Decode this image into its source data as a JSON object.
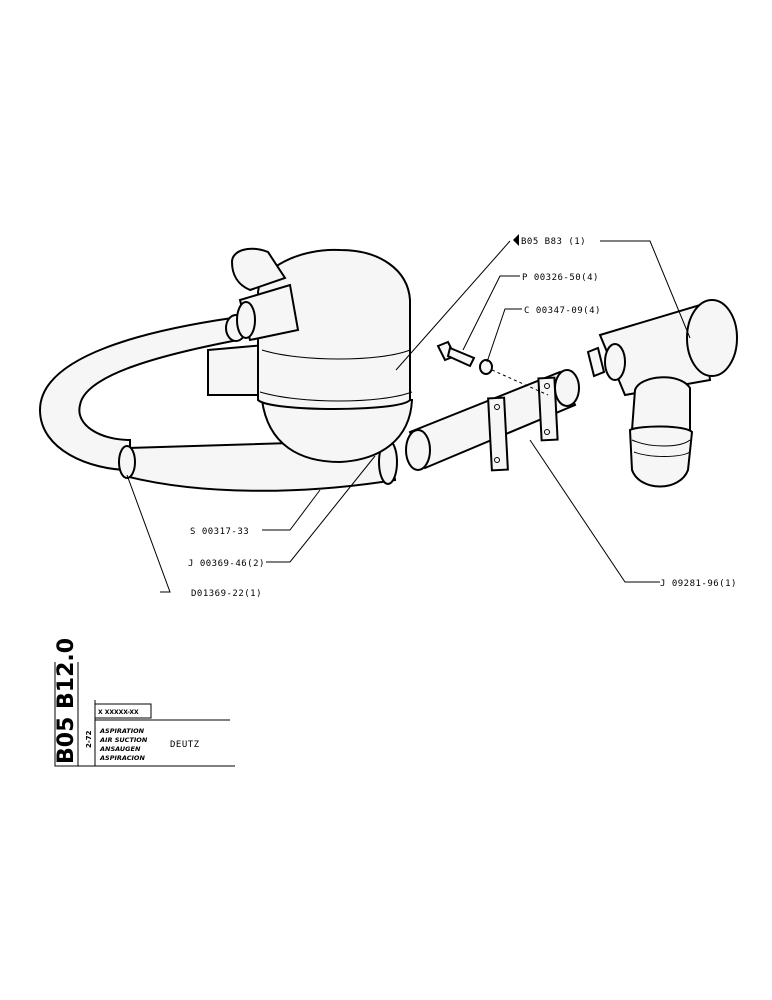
{
  "callouts": {
    "top_ref": "B05  B83  (1)",
    "bolt": "P 00326-50(4)",
    "washer": "C 00347-09(4)",
    "hose": "S 00317-33",
    "clamp_small": "J 00369-46(2)",
    "tube_clamp": "J 09281-96(1)",
    "elbow_hose": "D01369-22(1)"
  },
  "title_block": {
    "sheet_code": "B05 B12.0",
    "date": "2-72",
    "code_box": "X XXXXX-XX",
    "titles": [
      "ASPIRATION",
      "AIR SUCTION",
      "ANSAUGEN",
      "ASPIRACION"
    ],
    "maker": "DEUTZ"
  }
}
